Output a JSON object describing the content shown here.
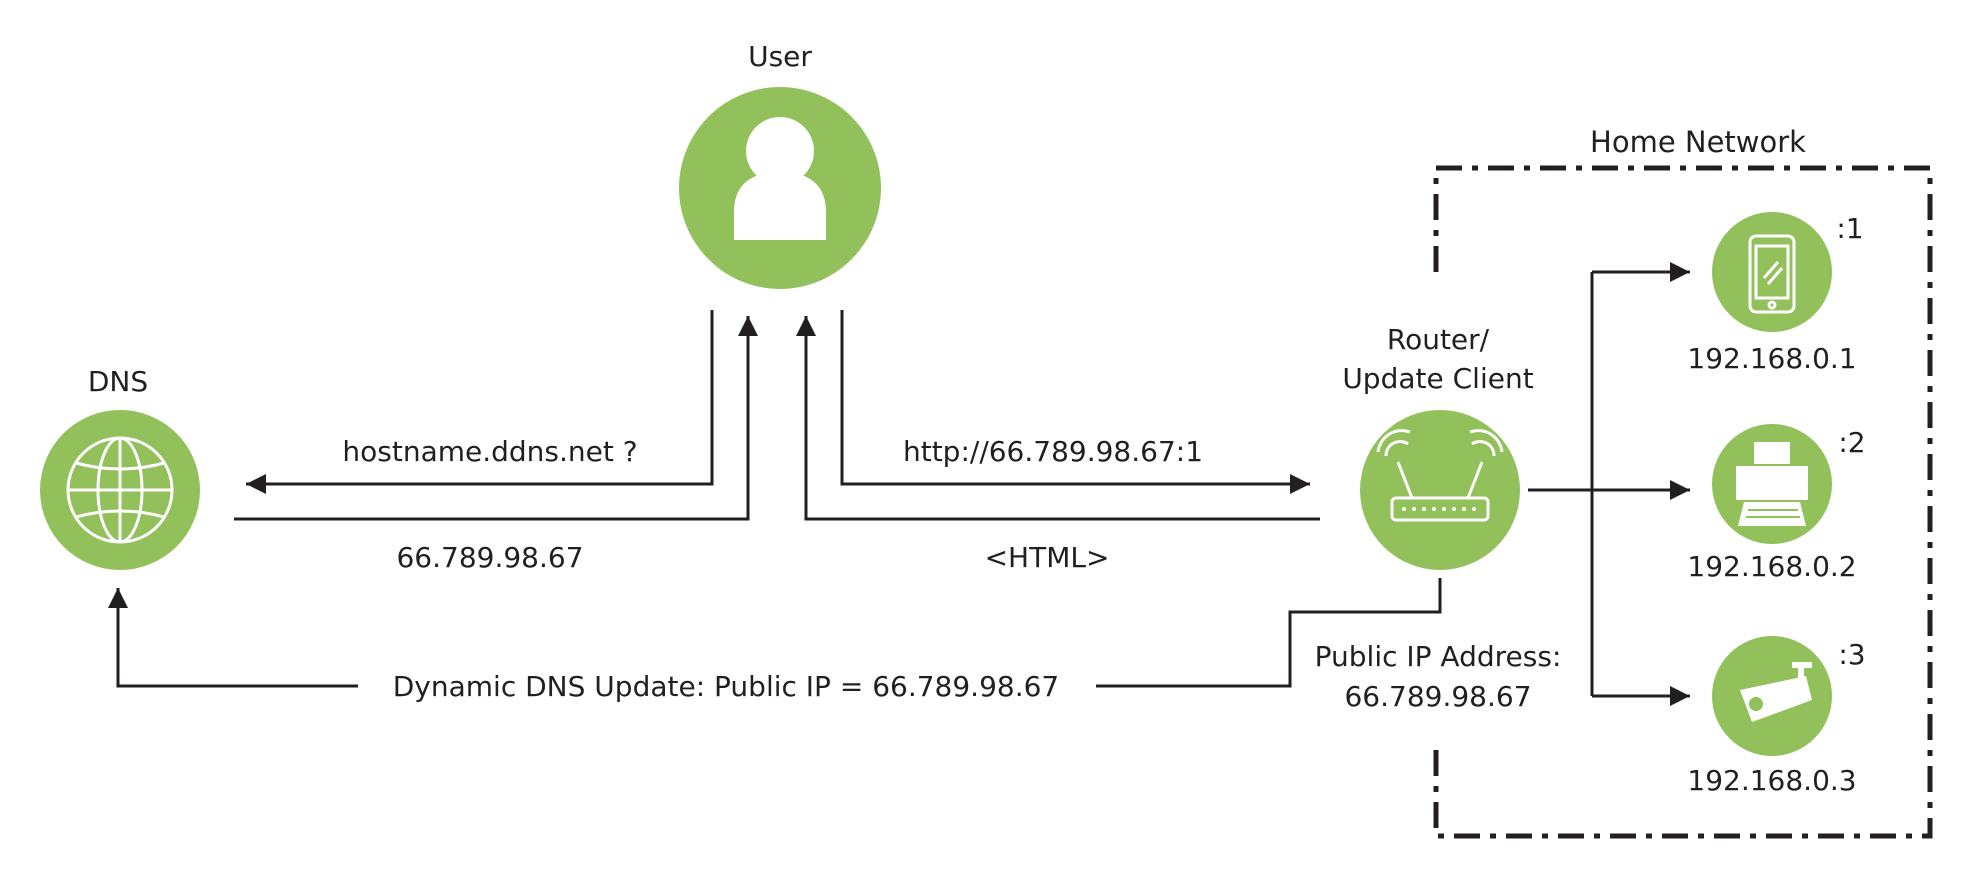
{
  "colors": {
    "node": "#92c05a",
    "line": "#231f20",
    "icon": "#ffffff"
  },
  "nodes": {
    "user": {
      "label": "User",
      "icon": "user-icon"
    },
    "dns": {
      "label": "DNS",
      "icon": "globe-icon"
    },
    "router": {
      "label_line1": "Router/",
      "label_line2": "Update Client",
      "icon": "router-icon"
    },
    "home_network": {
      "label": "Home Network"
    },
    "devices": [
      {
        "port": ":1",
        "ip": "192.168.0.1",
        "icon": "smartphone-icon"
      },
      {
        "port": ":2",
        "ip": "192.168.0.2",
        "icon": "printer-icon"
      },
      {
        "port": ":3",
        "ip": "192.168.0.3",
        "icon": "security-camera-icon"
      }
    ]
  },
  "flows": {
    "dns_query": "hostname.ddns.net ?",
    "dns_response": "66.789.98.67",
    "http_request": "http://66.789.98.67:1",
    "http_response": "<HTML>",
    "ddns_update": "Dynamic DNS Update: Public IP = 66.789.98.67",
    "public_ip_label": "Public IP Address:",
    "public_ip_value": "66.789.98.67"
  }
}
